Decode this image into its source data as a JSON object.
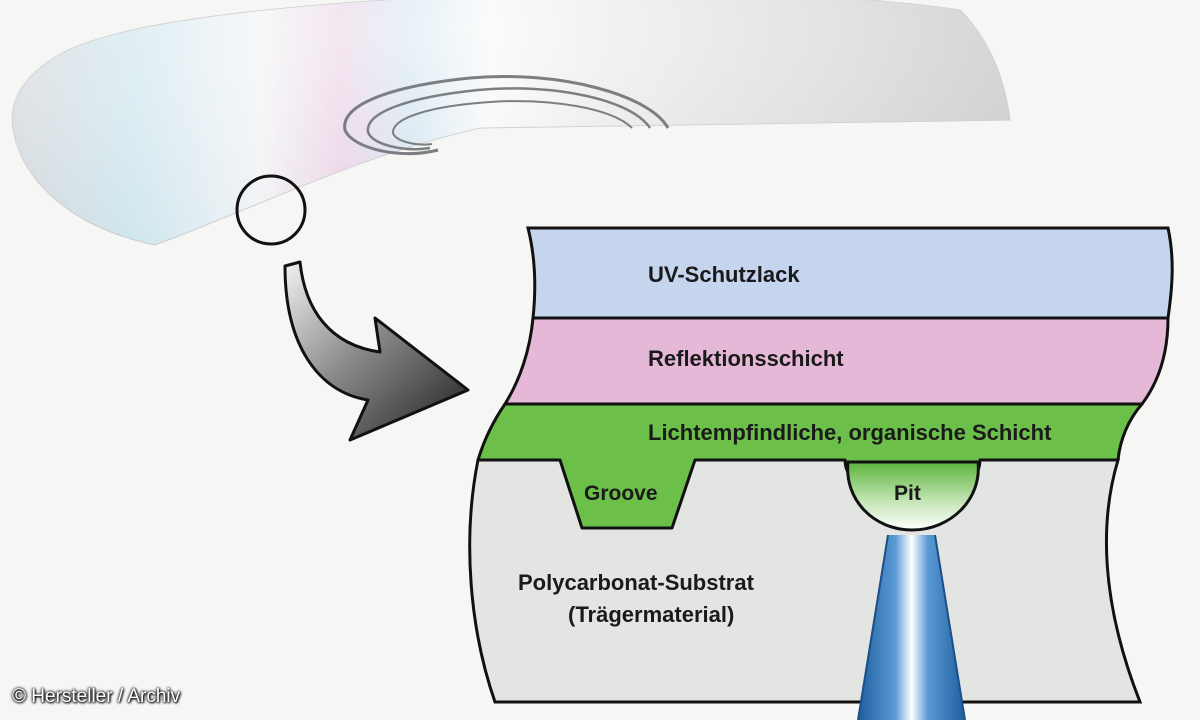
{
  "diagram": {
    "layers": {
      "uv": "UV-Schutzlack",
      "reflection": "Reflektionsschicht",
      "dye": "Lichtempfindliche, organische Schicht",
      "substrate_line1": "Polycarbonat-Substrat",
      "substrate_line2": "(Trägermaterial)"
    },
    "features": {
      "groove": "Groove",
      "pit": "Pit"
    },
    "colors": {
      "uv": "#c5d5ee",
      "reflection": "#e6b8d8",
      "dye": "#6cc04a",
      "substrate": "#e3e5e2",
      "laser": "#2d6fb2",
      "arrow": "#3a3a3a"
    }
  },
  "credit": "© Hersteller / Archiv"
}
